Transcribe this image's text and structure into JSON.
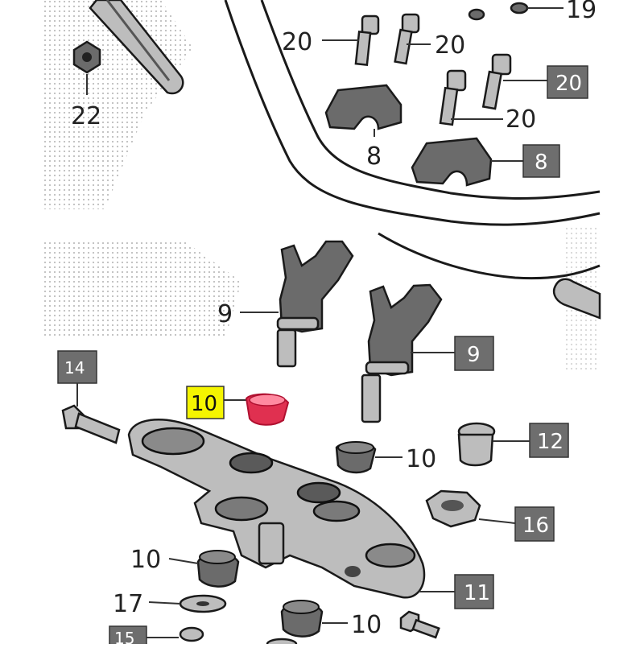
{
  "diagram": {
    "accent_highlight": "#f5f500",
    "accent_part": "#e03050",
    "callout_box_color": "#6e6e6e",
    "labels": {
      "l19": "19",
      "l20a": "20",
      "l20b": "20",
      "l20c": "20",
      "l20d": "20",
      "l22": "22",
      "l8a": "8",
      "l8b": "8",
      "l9a": "9",
      "l9b": "9",
      "l14": "14",
      "l10a": "10",
      "l10b": "10",
      "l10c": "10",
      "l10d": "10",
      "l12": "12",
      "l16": "16",
      "l11": "11",
      "l17": "17",
      "l15": "15"
    }
  }
}
